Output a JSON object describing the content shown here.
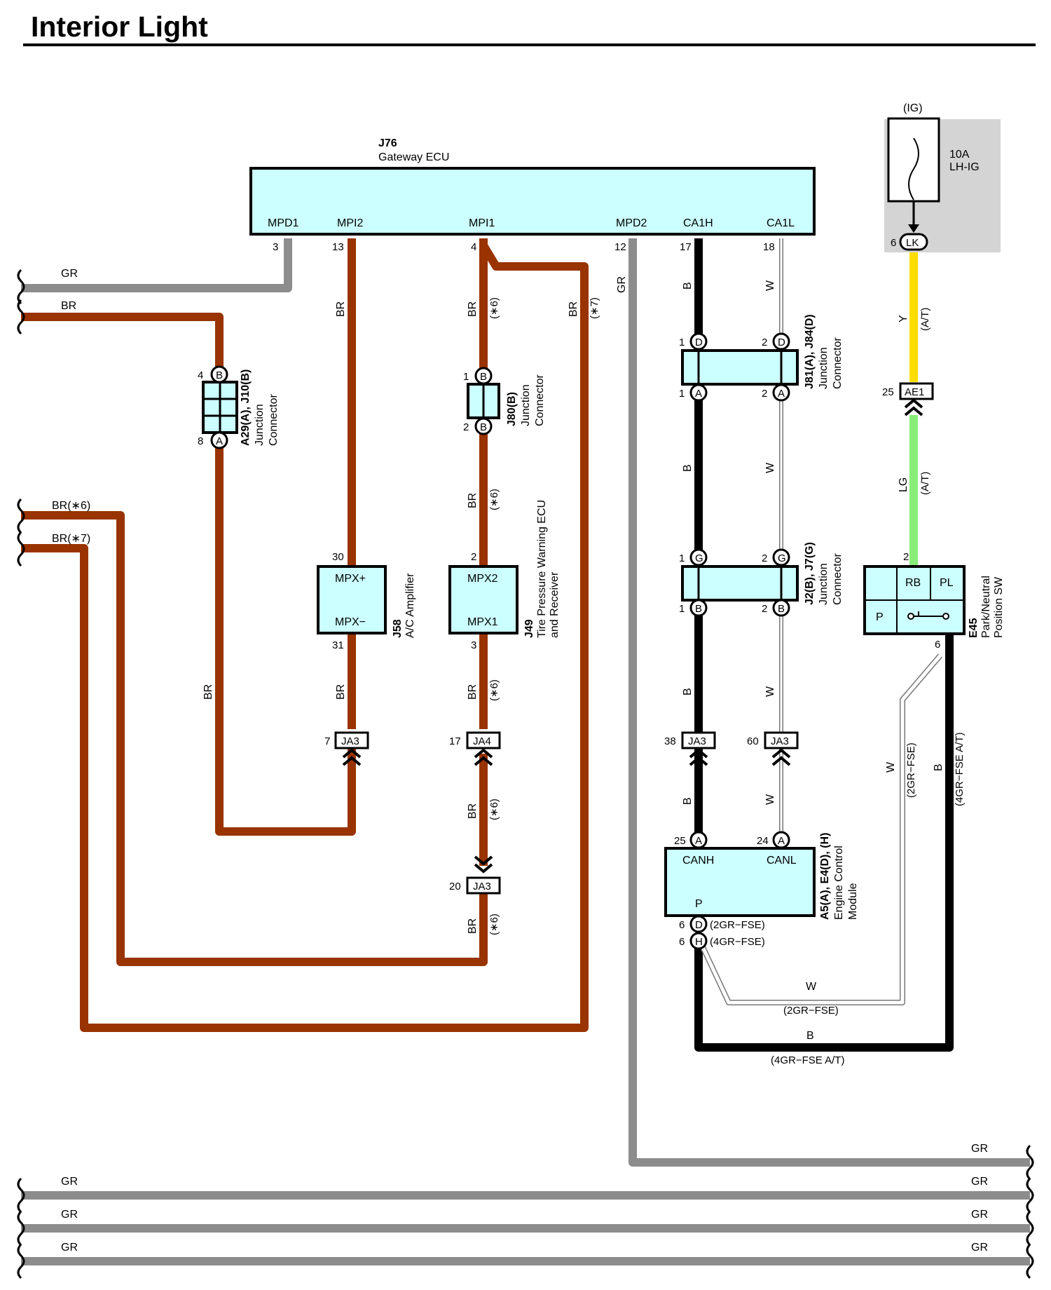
{
  "title": "Interior Light",
  "components": {
    "j76": {
      "code": "J76",
      "name": "Gateway ECU",
      "pins": {
        "mpd1": "MPD1",
        "mpi2": "MPI2",
        "mpi1": "MPI1",
        "mpd2": "MPD2",
        "ca1h": "CA1H",
        "ca1l": "CA1L"
      },
      "pin_nums": {
        "mpd1": "3",
        "mpi2": "13",
        "mpi1": "4",
        "mpd2": "12",
        "ca1h": "17",
        "ca1l": "18"
      }
    },
    "fuse": {
      "circuit": "(IG)",
      "rating": "10A",
      "name": "LH-IG",
      "conn_label": "LK",
      "conn_pin": "6"
    },
    "a29": {
      "code": "A29(A), J10(B)",
      "line1": "Junction",
      "line2": "Connector",
      "top_letter": "B",
      "top_pin": "4",
      "bot_letter": "A",
      "bot_pin": "8"
    },
    "j80": {
      "code": "J80(B)",
      "line1": "Junction",
      "line2": "Connector",
      "top_letter": "B",
      "top_pin": "1",
      "bot_letter": "B",
      "bot_pin": "2"
    },
    "j81": {
      "code": "J81(A), J84(D)",
      "line1": "Junction",
      "line2": "Connector",
      "tl_letter": "D",
      "tl_pin": "1",
      "tr_letter": "D",
      "tr_pin": "2",
      "bl_letter": "A",
      "bl_pin": "1",
      "br_letter": "A",
      "br_pin": "2"
    },
    "j2": {
      "code": "J2(B), J7(G)",
      "line1": "Junction",
      "line2": "Connector",
      "tl_letter": "G",
      "tl_pin": "1",
      "tr_letter": "G",
      "tr_pin": "2",
      "bl_letter": "B",
      "bl_pin": "1",
      "br_letter": "B",
      "br_pin": "2"
    },
    "j58": {
      "code": "J58",
      "name": "A/C Amplifier",
      "pin_top_label": "MPX+",
      "pin_bot_label": "MPX−",
      "pin_top": "30",
      "pin_bot": "31"
    },
    "j49": {
      "code": "J49",
      "line1": "Tire Pressure Warning ECU",
      "line2": "and Receiver",
      "pin_top_label": "MPX2",
      "pin_bot_label": "MPX1",
      "pin_top": "2",
      "pin_bot": "3"
    },
    "a5": {
      "code": "A5(A), E4(D), (H)",
      "line1": "Engine Control",
      "line2": "Module",
      "canh": "CANH",
      "canl": "CANL",
      "p": "P",
      "canh_letter": "A",
      "canh_pin": "25",
      "canl_letter": "A",
      "canl_pin": "24",
      "pd_letter": "D",
      "pd_pin": "6",
      "pd_note": "(2GR−FSE)",
      "ph_letter": "H",
      "ph_pin": "6",
      "ph_note": "(4GR−FSE)"
    },
    "e45": {
      "code": "E45",
      "line1": "Park/Neutral",
      "line2": "Position SW",
      "rb": "RB",
      "pl": "PL",
      "p": "P",
      "pin_top": "2",
      "pin_bot": "6"
    }
  },
  "connectors": {
    "ae1": {
      "label": "AE1",
      "pin": "25"
    },
    "ja3_7": {
      "label": "JA3",
      "pin": "7"
    },
    "ja4_17": {
      "label": "JA4",
      "pin": "17"
    },
    "ja3_20": {
      "label": "JA3",
      "pin": "20"
    },
    "ja3_38": {
      "label": "JA3",
      "pin": "38"
    },
    "ja3_60": {
      "label": "JA3",
      "pin": "60"
    }
  },
  "wires": {
    "gr": "GR",
    "br": "BR",
    "b": "B",
    "w": "W",
    "y": "Y",
    "lg": "LG",
    "br6": "BR(∗6)",
    "br7": "BR(∗7)",
    "n6": "(∗6)",
    "n7": "(∗7)",
    "at": "(A/T)",
    "n2gr": "(2GR−FSE)",
    "n4gr_at": "(4GR−FSE A/T)"
  },
  "colors": {
    "gr": "#8c8c8c",
    "br": "#993300",
    "b": "#000000",
    "w": "#ffffff",
    "y": "#ffdd00",
    "lg": "#88ee77",
    "component": "#ccffff",
    "fuse_bg": "#d4d4d4"
  }
}
